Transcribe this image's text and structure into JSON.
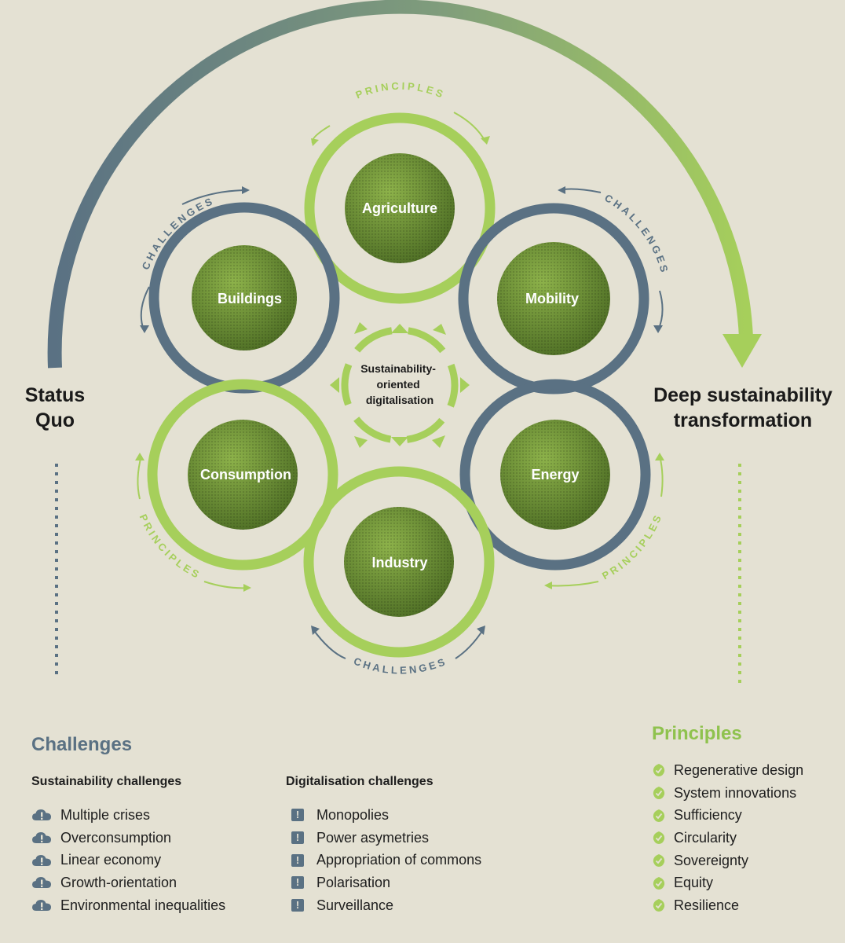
{
  "diagram": {
    "status_quo": "Status\nQuo",
    "deep_transformation": "Deep sustainability\ntransformation",
    "center_label": [
      "Sustainability-",
      "oriented",
      "digitalisation"
    ],
    "sectors": [
      {
        "label": "Agriculture"
      },
      {
        "label": "Mobility"
      },
      {
        "label": "Energy"
      },
      {
        "label": "Industry"
      },
      {
        "label": "Consumption"
      },
      {
        "label": "Buildings"
      }
    ],
    "cycle_labels": {
      "principles": "PRINCIPLES",
      "challenges": "CHALLENGES"
    }
  },
  "legend": {
    "challenges_title": "Challenges",
    "sustainability_title": "Sustainability challenges",
    "sustainability_items": [
      "Multiple crises",
      "Overconsumption",
      "Linear economy",
      "Growth-orientation",
      "Environmental inequalities"
    ],
    "digitalisation_title": "Digitalisation challenges",
    "digitalisation_items": [
      "Monopolies",
      "Power asymetries",
      "Appropriation of commons",
      "Polarisation",
      "Surveillance"
    ],
    "principles_title": "Principles",
    "principles_items": [
      "Regenerative design",
      "System innovations",
      "Sufficiency",
      "Circularity",
      "Sovereignty",
      "Equity",
      "Resilience"
    ]
  },
  "colors": {
    "background": "#e4e1d3",
    "challenges_blue": "#5a7183",
    "principles_green": "#a6cf5b",
    "photo_green": "#6d8f3a"
  },
  "icons": {
    "sustainability": "cloud-warning-icon",
    "digitalisation": "exclamation-square-icon",
    "principles": "leaf-check-icon"
  }
}
